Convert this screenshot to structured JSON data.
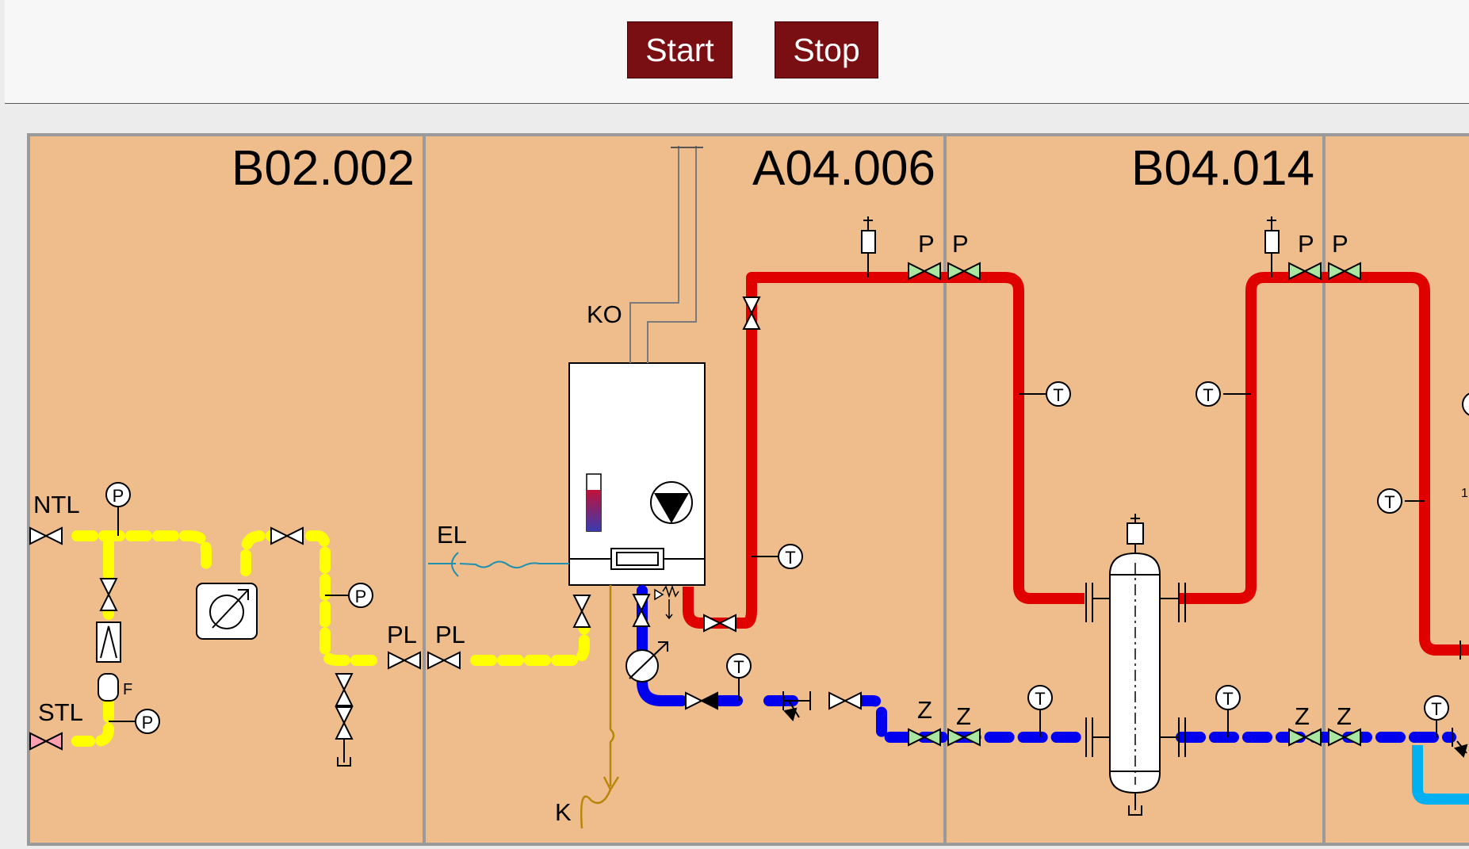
{
  "toolbar": {
    "start_label": "Start",
    "stop_label": "Stop"
  },
  "rooms": [
    {
      "id": "B02.002"
    },
    {
      "id": "A04.006"
    },
    {
      "id": "B04.014"
    }
  ],
  "labels": {
    "ntl": "NTL",
    "stl": "STL",
    "f": "F",
    "el": "EL",
    "ko": "KO",
    "k": "K",
    "pl": "PL",
    "p": "P",
    "t": "T",
    "z": "Z",
    "partial": "1"
  },
  "colors": {
    "room_fill": "#efbd8c",
    "room_border": "#9a9a9a",
    "gas_pipe": "#ffff00",
    "supply_pipe": "#e00000",
    "return_pipe": "#0000ee",
    "return_pipe_light": "#00b0f0",
    "condensate_pipe": "#b8860b",
    "electric_cable": "#1e90b0",
    "button_bg": "#7a0f13"
  }
}
